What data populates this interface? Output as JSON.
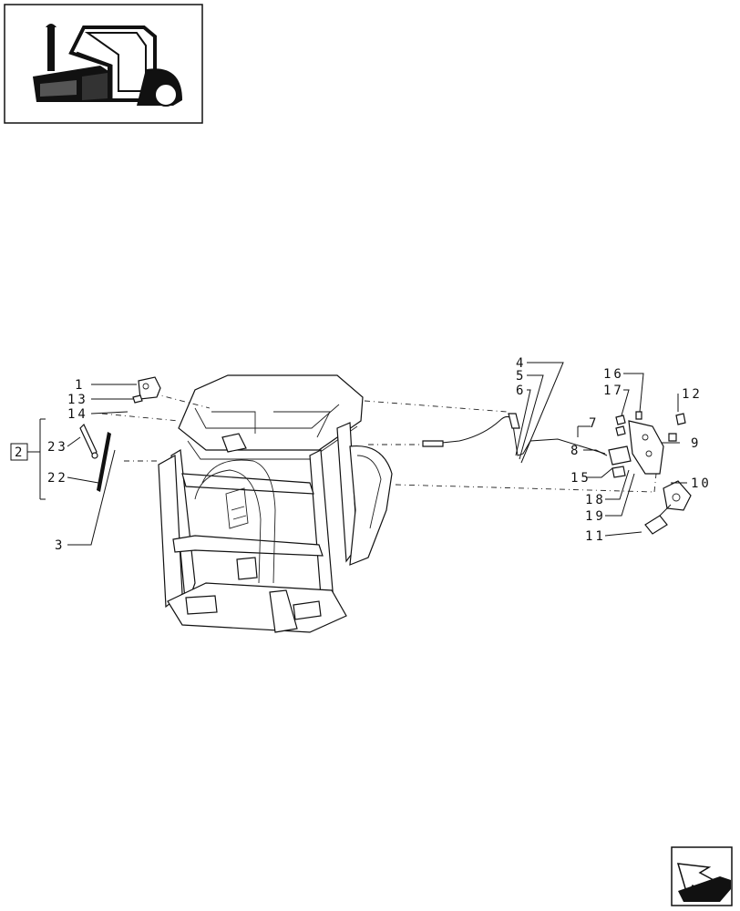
{
  "callouts": [
    {
      "id": "c1",
      "text": "1"
    },
    {
      "id": "c13",
      "text": "13"
    },
    {
      "id": "c14",
      "text": "14"
    },
    {
      "id": "c23",
      "text": "23"
    },
    {
      "id": "c2",
      "text": "2"
    },
    {
      "id": "c22",
      "text": "22"
    },
    {
      "id": "c3",
      "text": "3"
    },
    {
      "id": "c4",
      "text": "4"
    },
    {
      "id": "c5",
      "text": "5"
    },
    {
      "id": "c6",
      "text": "6"
    },
    {
      "id": "c16",
      "text": "16"
    },
    {
      "id": "c17",
      "text": "17"
    },
    {
      "id": "c12",
      "text": "12"
    },
    {
      "id": "c7",
      "text": "7"
    },
    {
      "id": "c8",
      "text": "8"
    },
    {
      "id": "c9",
      "text": "9"
    },
    {
      "id": "c15",
      "text": "15"
    },
    {
      "id": "c10",
      "text": "10"
    },
    {
      "id": "c18",
      "text": "18"
    },
    {
      "id": "c19",
      "text": "19"
    },
    {
      "id": "c11",
      "text": "11"
    }
  ],
  "icons": {
    "thumbnail": "tractor-thumbnail-icon",
    "nav": "next-page-arrow-icon"
  }
}
